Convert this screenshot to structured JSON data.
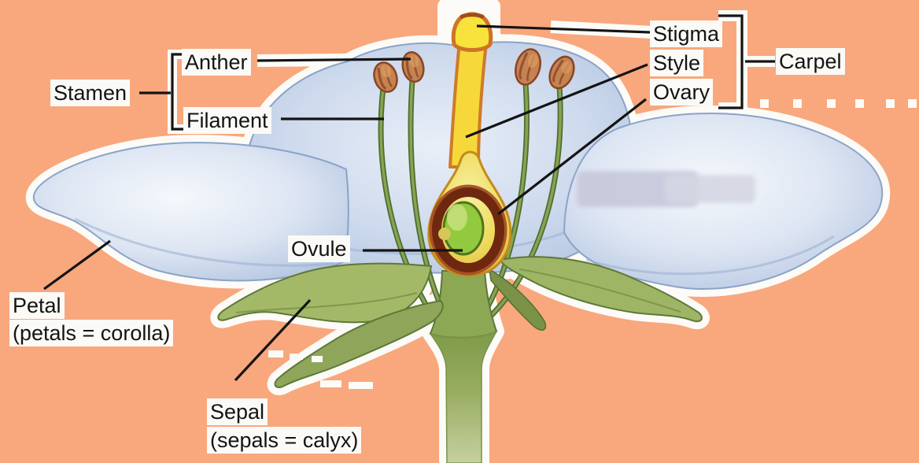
{
  "diagram": {
    "subject": "flower-anatomy-cross-section",
    "labels": {
      "stamen": "Stamen",
      "anther": "Anther",
      "filament": "Filament",
      "stigma": "Stigma",
      "style": "Style",
      "ovary": "Ovary",
      "carpel": "Carpel",
      "ovule": "Ovule",
      "petal": "Petal",
      "petal_note": "(petals = corolla)",
      "sepal": "Sepal",
      "sepal_note": "(sepals = calyx)"
    },
    "groups": [
      {
        "name": "Stamen",
        "members": [
          "Anther",
          "Filament"
        ]
      },
      {
        "name": "Carpel",
        "members": [
          "Stigma",
          "Style",
          "Ovary"
        ]
      }
    ],
    "colors": {
      "background": "#F9A77D",
      "whiteout": "#FCFBF7",
      "label_background": "#FBFAF6",
      "label_text": "#141414",
      "pointer_line": "#141414",
      "petal_blue": "#C9D6EA",
      "petal_edge_blue": "#8AA3C9",
      "sepal_green": "#9FB566",
      "filament_green": "#4F6C2F",
      "anther_brown": "#C58352",
      "carpel_yellow": "#F6D83A",
      "carpel_orange_edge": "#D07A28",
      "ovary_ring_brown": "#6F2810",
      "ovule_green": "#93C93F",
      "stem_green": "#8CA855"
    }
  }
}
